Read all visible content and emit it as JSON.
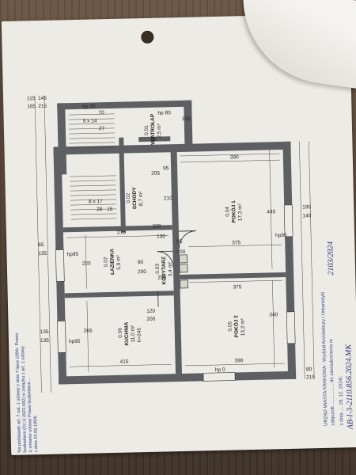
{
  "rooms": {
    "wiatrolap": {
      "name": "WIATROŁAP",
      "number": "0.01",
      "area": "2,5 m²"
    },
    "schody": {
      "name": "SCHODY",
      "number": "0.02",
      "area": "8,7 m²"
    },
    "korytarz": {
      "name": "KORYTARZ",
      "number": "0.03",
      "area": "3,4 m²"
    },
    "pokoj1": {
      "name": "POKÓJ 1",
      "number": "0.04",
      "area": "17,3 m²"
    },
    "pokoj2": {
      "name": "POKÓJ 2",
      "number": "0.05",
      "area": "13,2 m²"
    },
    "kuchnia": {
      "name": "KUCHNIA",
      "number": "0.06",
      "area": "11,0 m²",
      "height": "h=245"
    },
    "lazienka": {
      "name": "ŁAZIENKA",
      "number": "0.07",
      "area": "5,9 m²"
    }
  },
  "stairs": {
    "flight1": "9 x 14",
    "flight1_a": "27",
    "flight1_b": "70",
    "flight2": "8 x 17",
    "flight2_a": "28",
    "flight2_b": "15"
  },
  "dims": {
    "d390a": "390",
    "d445": "445",
    "d375a": "375",
    "d375b": "375",
    "d340": "340",
    "d390b": "390",
    "d415": "415",
    "d265": "265",
    "d270": "270",
    "d220": "220",
    "d90": "90",
    "d200a": "200",
    "d200b": "200",
    "d120": "120",
    "d130": "130",
    "d85a": "85",
    "d85b": "85",
    "d200c": "200",
    "d205": "205",
    "d210": "210",
    "d195": "195",
    "d140": "140",
    "d80": "80",
    "d215": "215",
    "d65": "65",
    "d135a": "135",
    "d135b": "135",
    "d135c": "135",
    "d145": "145",
    "d215b": "215",
    "d115": "115",
    "d165": "165",
    "d105": "105",
    "d250": "250",
    "d95": "95",
    "d200d": "200",
    "hp95a": "hp95",
    "hp95b": "hp95",
    "hp95c": "hp95",
    "hp0": "hp 0",
    "hp80": "hp 80",
    "hp70": "hp 70"
  },
  "stamp": {
    "line1": "URZĄD MIASTA KRAKOWA · Wydział Architektury i Urbanistyki",
    "line2": "załącznik ................ do zawiadomienia nr",
    "line3": "z dnia .... 28. 12. 2024r.",
    "handnum": "2103/2024",
    "signature": "AB-I-3-2110.856.2024.MK"
  },
  "note": {
    "line1": "Na podstawie art. 7 ust. 1 ustawy z dnia 7 lipca 1994r. Prawo",
    "line2": "budowlane (Dz.U.2023.682) w związku z art. 1 ustawy",
    "line3": "o zmianie ustawy Prawo budowlane...",
    "line4": "z dnia 24.06.1994r"
  }
}
